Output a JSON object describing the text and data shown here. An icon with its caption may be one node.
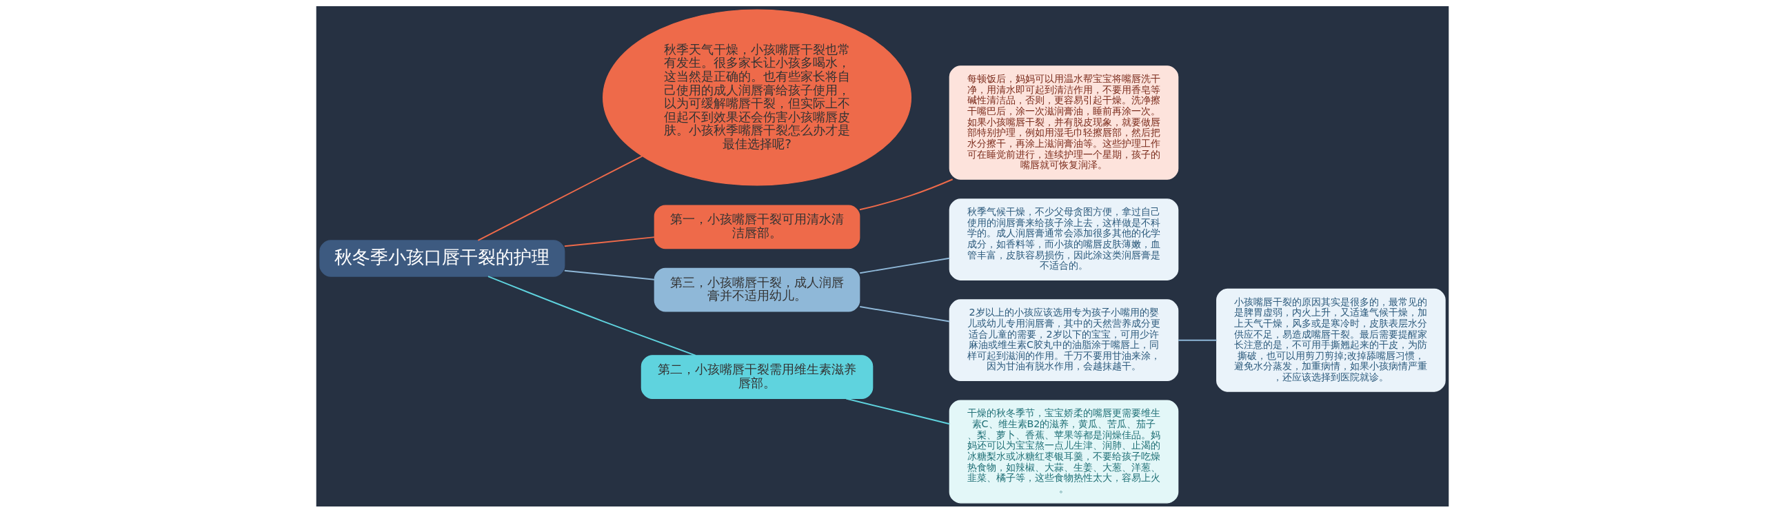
{
  "diagram": {
    "nodes": [
      {
        "text": [
          "秋冬季小孩口唇干裂的护理"
        ]
      },
      {
        "text": [
          "秋季天气干燥，小孩嘴唇干裂也常有发生。很多家长让小孩多喝水，这当然是正确的。也有些家长将自己使用的成人润唇膏给孩子使用，以为可缓解嘴唇干裂，但实际上不但起不到效果还会伤害小孩嘴唇皮肤。小孩秋季嘴唇干裂怎么办才是最佳选择呢?"
        ]
      },
      {
        "text": [
          "第一，小孩嘴唇干裂可用清水清洁唇部。"
        ]
      },
      {
        "text": [
          "每顿饭后，妈妈可以用温水帮宝宝将嘴唇洗干净，用清水即可起到清洁作用，不要用香皂等碱性清洁品，否则，更容易引起干燥。洗净擦干嘴巴后，涂一次滋润膏油，睡前再涂一次。如果小孩嘴唇干裂，并有脱皮现象，就要做唇部特别护理，例如用湿毛巾轻擦唇部，然后把水分擦干，再涂上滋润膏油等。这些护理工作可在睡觉前进行，连续护理一个星期，孩子的嘴唇就可恢复润泽。"
        ]
      },
      {
        "text": [
          "第三，小孩嘴唇干裂，成人润唇膏并不适用幼儿。"
        ]
      },
      {
        "text": [
          "秋季气候干燥，不少父母贪图方便，拿过自己使用的润唇膏来给孩子涂上去，这样做是不科学的。成人润唇膏通常会添加很多其他的化学成分，如香料等，而小孩的嘴唇皮肤薄嫩，血管丰富，皮肤容易损伤，因此涂这类润唇膏是不适合的。"
        ]
      },
      {
        "text": [
          "2岁以上的小孩应该选用专为孩子小嘴用的婴儿或幼儿专用润唇膏，其中的天然营养成分更适合儿童的需要，2岁以下的宝宝，可用少许麻油或维生素C胶丸中的油脂涂于嘴唇上，同样可起到滋润的作用。千万不要用甘油来涂，因为甘油有脱水作用，会越抹越干。"
        ]
      },
      {
        "text": [
          "小孩嘴唇干裂的原因其实是很多的，最常见的是脾胃虚弱，内火上升，又适逢气候干燥，加上天气干燥，风多或是寒冷时，皮肤表层水分供应不足，易造成嘴唇干裂。最后需要提醒家长注意的是，不可用手撕翘起来的干皮，为防撕破，也可以用剪刀剪掉;改掉舔嘴唇习惯，避免水分蒸发，加重病情，如果小孩病情严重，还应该选择到医院就诊。"
        ]
      },
      {
        "text": [
          "第二，小孩嘴唇干裂需用维生素滋养唇部。"
        ]
      },
      {
        "text": [
          "干燥的秋冬季节，宝宝娇柔的嘴唇更需要维生素C、维生素B2的滋养，黄瓜、苦瓜、茄子、梨、萝卜、香蕉、苹果等都是润燥佳品。妈妈还可以为宝宝熬一点儿生津、润肺、止渴的冰糖梨水或冰糖红枣银耳羹，不要给孩子吃燥热食物，如辣椒、大蒜、生姜、大葱、洋葱、韭菜、橘子等，这些食物热性太大，容易上火。"
        ]
      }
    ],
    "edges": [
      {
        "from": 0,
        "to": 1,
        "arrow": "none",
        "color": "#ee6a4a"
      },
      {
        "from": 0,
        "to": 2,
        "arrow": "none",
        "color": "#ee6a4a"
      },
      {
        "from": 2,
        "to": 3,
        "arrow": "none",
        "color": "#ee6a4a"
      },
      {
        "from": 0,
        "to": 4,
        "arrow": "none"
      },
      {
        "from": 4,
        "to": 5,
        "arrow": "none"
      },
      {
        "from": 4,
        "to": 6,
        "arrow": "none"
      },
      {
        "from": 6,
        "to": 7,
        "arrow": "none"
      },
      {
        "from": 0,
        "to": 8,
        "arrow": "none",
        "color": "#5fd3de"
      },
      {
        "from": 8,
        "to": 9,
        "arrow": "none",
        "color": "#5fd3de"
      }
    ]
  }
}
